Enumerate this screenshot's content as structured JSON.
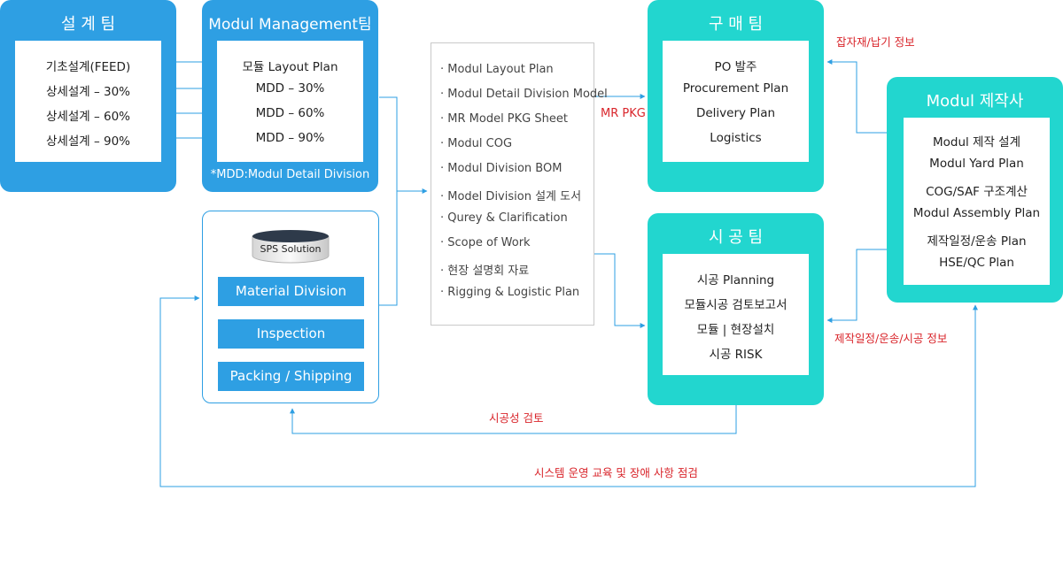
{
  "design_team": {
    "title": "설 계 팀",
    "items": [
      "기초설계(FEED)",
      "상세설계 – 30%",
      "상세설계 – 60%",
      "상세설계 – 90%"
    ]
  },
  "modul_mgmt": {
    "title": "Modul Management팀",
    "items": [
      "모듈 Layout Plan",
      "MDD – 30%",
      "MDD – 60%",
      "MDD – 90%"
    ],
    "note": "*MDD:Modul Detail Division"
  },
  "sps": {
    "label": "SPS Solution",
    "bars": [
      "Material Division",
      "Inspection",
      "Packing / Shipping"
    ]
  },
  "deliverables": [
    "· Modul Layout Plan",
    "· Modul Detail Division Model",
    "· MR Model PKG Sheet",
    "· Modul COG",
    "· Modul Division BOM",
    "· Model Division 설계 도서",
    "· Qurey & Clarification",
    "· Scope of Work",
    "· 현장 설명회 자료",
    "· Rigging & Logistic Plan"
  ],
  "purchase_team": {
    "title": "구 매 팀",
    "items": [
      "PO 발주",
      "Procurement Plan",
      "Delivery Plan",
      "Logistics"
    ]
  },
  "construction_team": {
    "title": "시 공 팀",
    "items": [
      "시공 Planning",
      "모듈시공 검토보고서",
      "모듈 | 현장설치",
      "시공 RISK"
    ]
  },
  "fabricator": {
    "title": "Modul 제작사",
    "items": [
      "Modul 제작 설계",
      "Modul Yard Plan",
      "COG/SAF 구조계산",
      "Modul Assembly Plan",
      "제작일정/운송 Plan",
      "HSE/QC Plan"
    ]
  },
  "labels": {
    "mr_pkg": "MR PKG",
    "material_info": "잡자재/납기 정보",
    "schedule_info": "제작일정/운송/시공 정보",
    "constructability": "시공성 검토",
    "system_training": "시스템 운영 교육 및 장애 사항 점검"
  },
  "colors": {
    "blue": "#2e9fe3",
    "teal": "#22d6cf",
    "red": "#d9252b"
  }
}
